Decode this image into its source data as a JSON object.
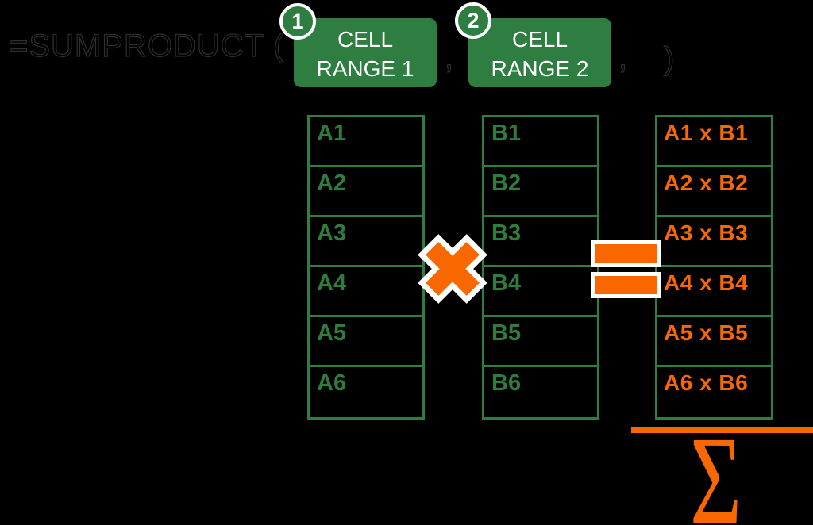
{
  "title": "SUMPRODUCT formula diagram",
  "colors": {
    "background": "#000000",
    "green": "#2e7d41",
    "green_text": "#2e7d3c",
    "orange": "#f96800",
    "white": "#ffffff",
    "faint_formula_outline": "#2e2e2e"
  },
  "formula": {
    "function_text": "=SUMPRODUCT (",
    "arg_separator_1": ",",
    "arg_separator_2": ",",
    "closing_paren": ")"
  },
  "arguments": [
    {
      "badge": "1",
      "line1": "CELL",
      "line2": "RANGE 1"
    },
    {
      "badge": "2",
      "line1": "CELL",
      "line2": "RANGE 2"
    }
  ],
  "table": {
    "range1_cells": [
      "A1",
      "A2",
      "A3",
      "A4",
      "A5",
      "A6"
    ],
    "range2_cells": [
      "B1",
      "B2",
      "B3",
      "B4",
      "B5",
      "B6"
    ],
    "product_cells": [
      "A1 x B1",
      "A2 x B2",
      "A3 x B3",
      "A4 x B4",
      "A5 x B5",
      "A6 x B6"
    ]
  },
  "operators": {
    "multiply_icon": "orange-cross-x",
    "equals_icon": "orange-equals"
  },
  "sum": {
    "sigma_symbol": "Σ"
  }
}
